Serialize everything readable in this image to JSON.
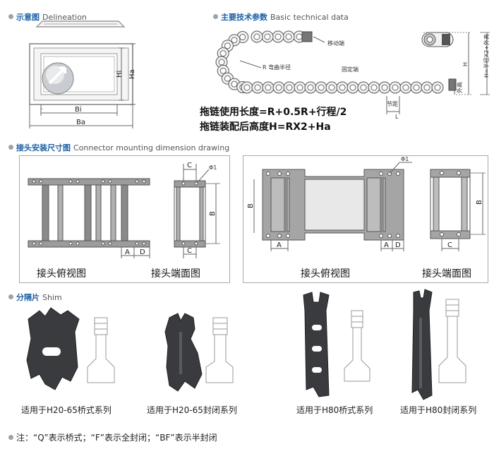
{
  "sections": {
    "delineation": {
      "cn": "示意图",
      "en": "Delineation"
    },
    "technical": {
      "cn": "主要技术参数",
      "en": "Basic technical data"
    },
    "connector": {
      "cn": "接头安装尺寸图",
      "en": "Connector mounting dimension drawing"
    },
    "shim": {
      "cn": "分隔片",
      "en": "Shim"
    }
  },
  "delineation_labels": {
    "hi": "Hi",
    "ha": "Ha",
    "bi": "Bi",
    "ba": "Ba"
  },
  "technical_labels": {
    "moving_end": "移动端",
    "bend_radius": "R 弯曲半径",
    "fixed_end": "固定端",
    "h": "H",
    "outer_height": "外高",
    "h_formula_vertical": "H=半径X2+外高",
    "pitch": "节距",
    "l": "L"
  },
  "formulas": {
    "length": "拖链使用长度=R+0.5R+行程/2",
    "height": "拖链装配后高度H=RX2+Ha"
  },
  "connector_labels": {
    "c": "C",
    "phi": "Φ1",
    "b": "B",
    "a": "A",
    "d": "D",
    "top_view": "接头俯视图",
    "end_view": "接头端面图"
  },
  "shim_captions": [
    "适用于H20-65桥式系列",
    "适用于H20-65封闭系列",
    "适用于H80桥式系列",
    "适用于H80封闭系列"
  ],
  "note": "注：“Q”表示桥式；“F”表示全封闭；“BF”表示半封闭",
  "colors": {
    "accent": "#1d5fa5",
    "dark_part": "#3a3b3e",
    "panel_border": "#aaaaaa",
    "drawing_gray": "#9c9c9c"
  }
}
